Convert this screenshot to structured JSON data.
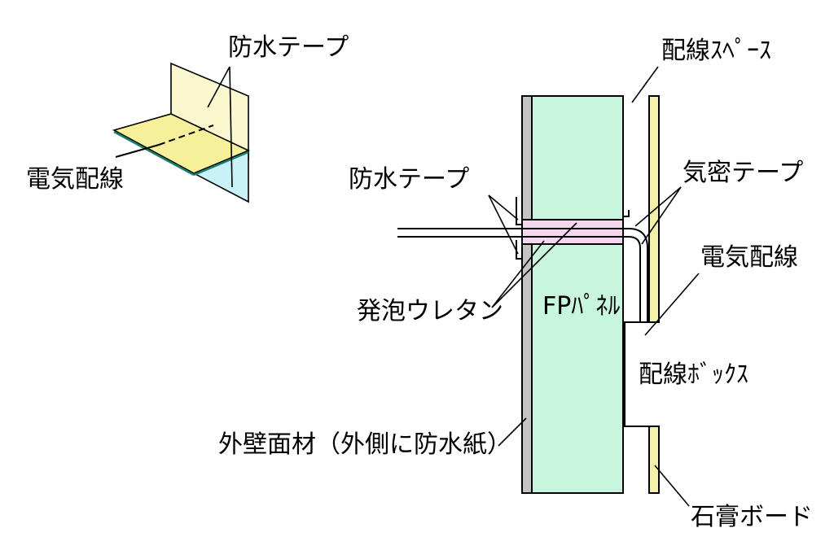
{
  "labels": {
    "top_left_tape": "防水テープ",
    "left_wiring": "電気配線",
    "wiring_space": "配線ｽﾍﾟｰｽ",
    "mid_tape": "防水テープ",
    "airtight_tape": "気密テープ",
    "right_wiring": "電気配線",
    "urethane": "発泡ウレタン",
    "fp_panel": "FPﾊﾟﾈﾙ",
    "wiring_box": "配線ﾎﾞｯｸｽ",
    "exterior_sheathing": "外壁面材（外側に防水紙）",
    "gypsum_board": "石膏ボード"
  },
  "colors": {
    "panel_green": "#c8f5dd",
    "gypsum_yellow": "#f6f1a8",
    "sheathing_gray": "#c4c4c4",
    "urethane_pink": "#f4d6ee",
    "tape_yellow": "#f7f09a",
    "tape_pale": "#fbf8d0",
    "tape_cyan": "#c9f2f8"
  }
}
